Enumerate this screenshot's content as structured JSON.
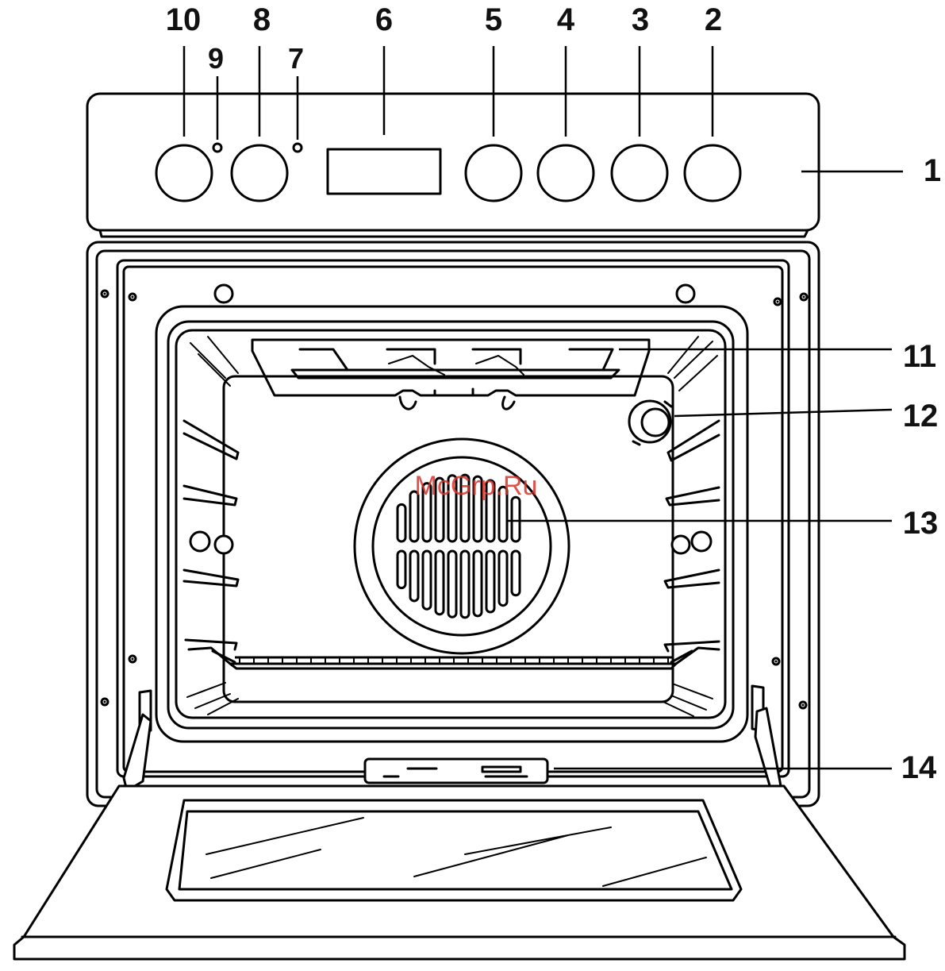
{
  "diagram": {
    "callouts": {
      "c1": "1",
      "c2": "2",
      "c3": "3",
      "c4": "4",
      "c5": "5",
      "c6": "6",
      "c7": "7",
      "c8": "8",
      "c9": "9",
      "c10": "10",
      "c11": "11",
      "c12": "12",
      "c13": "13",
      "c14": "14"
    },
    "watermark": "McGrp.Ru"
  }
}
